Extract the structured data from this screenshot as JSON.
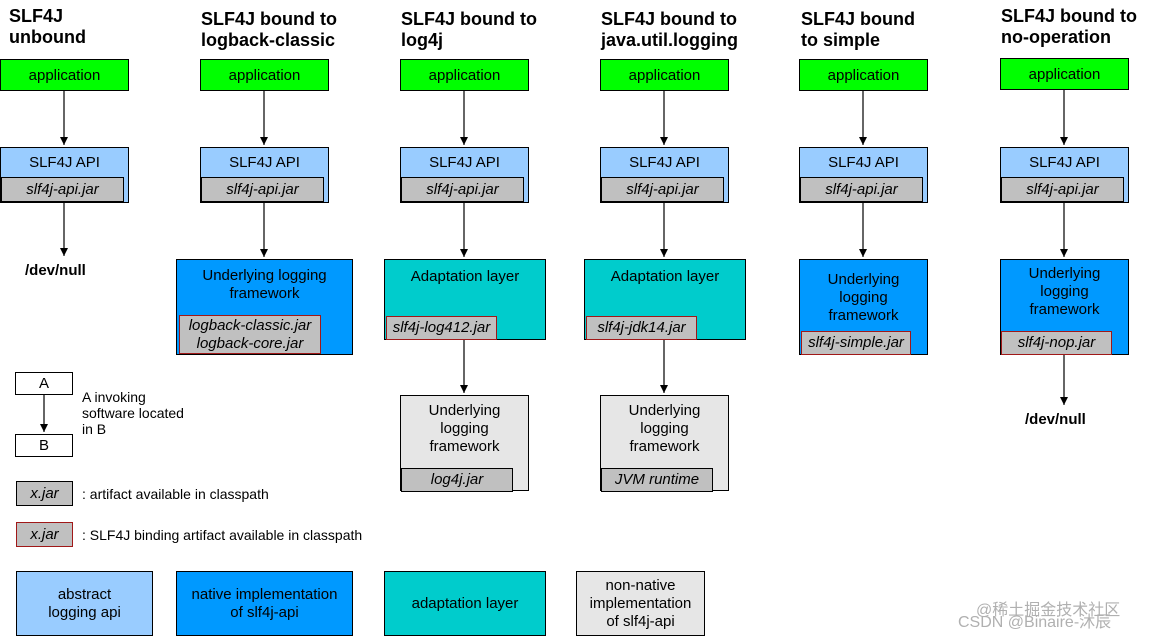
{
  "columns": [
    {
      "title": "SLF4J\nunbound",
      "application": "application",
      "api": "SLF4J API",
      "api_jar": "slf4j-api.jar",
      "end": "/dev/null"
    },
    {
      "title": "SLF4J bound to\nlogback-classic",
      "application": "application",
      "api": "SLF4J API",
      "api_jar": "slf4j-api.jar",
      "native_label": "Underlying logging\nframework",
      "native_jar": "logback-classic.jar\nlogback-core.jar"
    },
    {
      "title": "SLF4J bound to\nlog4j",
      "application": "application",
      "api": "SLF4J API",
      "api_jar": "slf4j-api.jar",
      "adapt_label": "Adaptation layer",
      "adapt_jar": "slf4j-log412.jar",
      "nonnative_label": "Underlying\nlogging\nframework",
      "nonnative_jar": "log4j.jar"
    },
    {
      "title": "SLF4J bound to\njava.util.logging",
      "application": "application",
      "api": "SLF4J API",
      "api_jar": "slf4j-api.jar",
      "adapt_label": "Adaptation layer",
      "adapt_jar": "slf4j-jdk14.jar",
      "nonnative_label": "Underlying\nlogging\nframework",
      "nonnative_jar": "JVM runtime"
    },
    {
      "title": "SLF4J bound\nto simple",
      "application": "application",
      "api": "SLF4J API",
      "api_jar": "slf4j-api.jar",
      "native_label": "Underlying\nlogging\nframework",
      "native_jar": "slf4j-simple.jar"
    },
    {
      "title": "SLF4J bound to\nno-operation",
      "application": "application",
      "api": "SLF4J API",
      "api_jar": "slf4j-api.jar",
      "native_label": "Underlying\nlogging\nframework",
      "native_jar": "slf4j-nop.jar",
      "end": "/dev/null"
    }
  ],
  "legend": {
    "a": "A",
    "b": "B",
    "invoke_text": "A invoking\nsoftware located\nin B",
    "jar_sample": "x.jar",
    "jar_text": ": artifact available in classpath",
    "binding_sample": "x.jar",
    "binding_text": ": SLF4J binding artifact available in classpath",
    "abstract": "abstract\nlogging api",
    "native": "native implementation\nof slf4j-api",
    "adaptation": "adaptation layer",
    "nonnative": "non-native\nimplementation\nof slf4j-api"
  },
  "colors": {
    "application": "#00ff00",
    "abstract_api": "#99ccff",
    "native": "#0099ff",
    "adaptation": "#00cccc",
    "nonnative": "#e6e6e6",
    "jar": "#c0c0c0",
    "binding_border": "#a01818"
  },
  "watermark": "CSDN @Binaire-沐辰",
  "watermark2": "@稀土掘金技术社区"
}
